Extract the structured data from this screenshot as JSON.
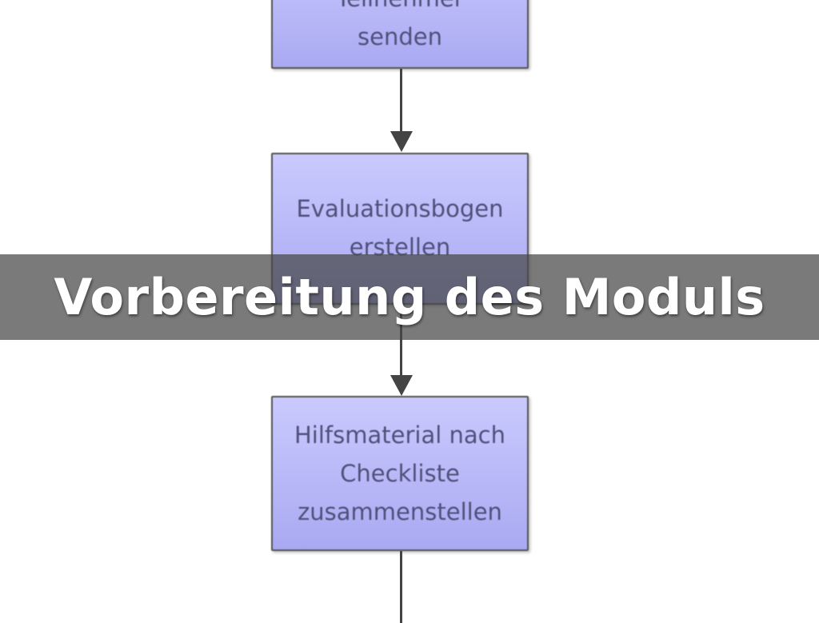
{
  "flowchart": {
    "steps": [
      {
        "lines": [
          "Teilnehmer",
          "senden"
        ]
      },
      {
        "lines": [
          "Evaluationsbogen",
          "erstellen"
        ]
      },
      {
        "lines": [
          "Hilfsmaterial nach",
          "Checkliste",
          "zusammenstellen"
        ]
      }
    ]
  },
  "title": "Vorbereitung des Moduls"
}
